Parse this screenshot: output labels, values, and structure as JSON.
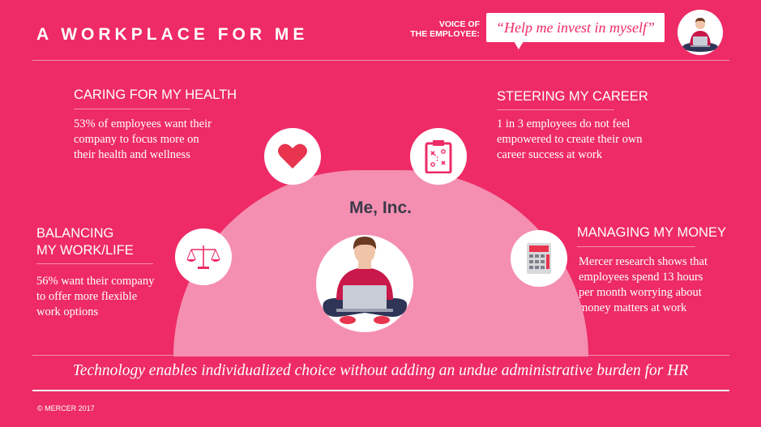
{
  "header": {
    "title": "A WORKPLACE FOR ME",
    "voice_label_line1": "VOICE OF",
    "voice_label_line2": "THE EMPLOYEE:",
    "quote": "“Help me invest in myself”"
  },
  "sections": {
    "health": {
      "heading": "CARING FOR MY HEALTH",
      "lines": [
        "53% of employees want their",
        "company to focus more on",
        "their health and wellness"
      ],
      "icon": "heart-icon"
    },
    "career": {
      "heading": "STEERING MY CAREER",
      "lines": [
        "1 in 3 employees do not feel",
        "empowered to create their own",
        "career success at work"
      ],
      "icon": "clipboard-strategy-icon"
    },
    "worklife": {
      "heading_line1": "BALANCING",
      "heading_line2": "MY WORK/LIFE",
      "lines": [
        "56% want their company",
        "to offer more flexible",
        "work options"
      ],
      "icon": "balance-scale-icon"
    },
    "money": {
      "heading": "MANAGING MY MONEY",
      "lines": [
        "Mercer research shows that",
        "employees spend 13 hours",
        "per month worrying about",
        "money matters at work"
      ],
      "icon": "calculator-icon"
    }
  },
  "center": {
    "label": "Me, Inc."
  },
  "footer": {
    "tagline": "Technology enables individualized choice without adding an undue administrative burden for HR",
    "copyright": "© MERCER 2017"
  },
  "colors": {
    "background": "#ee2b66",
    "dome": "#f48fb1",
    "text_dark": "#3a3a4a",
    "accent": "#e9344f"
  }
}
